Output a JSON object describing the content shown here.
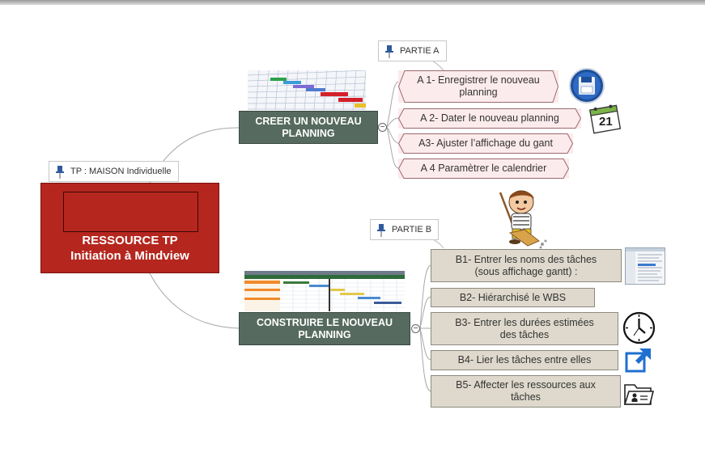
{
  "central": {
    "label_line1": "RESSOURCE TP",
    "label_line2": "Initiation à Mindview",
    "note": "TP : MAISON Individuelle"
  },
  "branch_a": {
    "label_line1": "CREER UN NOUVEAU",
    "label_line2": "PLANNING",
    "note": "PARTIE A",
    "items": [
      {
        "line1": "A 1- Enregistrer le nouveau",
        "line2": "planning"
      },
      {
        "line1": "A 2- Dater le nouveau planning",
        "line2": ""
      },
      {
        "line1": "A3- Ajuster l’affichage du gant",
        "line2": ""
      },
      {
        "line1": "A 4  Paramètrer le calendrier",
        "line2": ""
      }
    ]
  },
  "branch_b": {
    "label_line1": "CONSTRUIRE LE NOUVEAU",
    "label_line2": "PLANNING",
    "note": "PARTIE B",
    "items": [
      {
        "line1": "B1- Entrer les noms des tâches",
        "line2": "(sous affichage gantt) :"
      },
      {
        "line1": "B2- Hiérarchisé le WBS",
        "line2": ""
      },
      {
        "line1": "B3- Entrer les durées estimées",
        "line2": "des tâches"
      },
      {
        "line1": "B4- Lier les tâches entre elles",
        "line2": ""
      },
      {
        "line1": "B5- Affecter les ressources aux",
        "line2": "tâches"
      }
    ]
  },
  "icons": {
    "save": "floppy-disk-icon",
    "calendar": "calendar-icon",
    "calendar_day": "21",
    "clock": "clock-icon",
    "link": "link-arrow-icon",
    "folder": "resource-folder-icon"
  },
  "colors": {
    "central": "#b5261e",
    "branch": "#566a5f",
    "subtopic_a": "#fcebec",
    "subtopic_b": "#ded9cc"
  }
}
